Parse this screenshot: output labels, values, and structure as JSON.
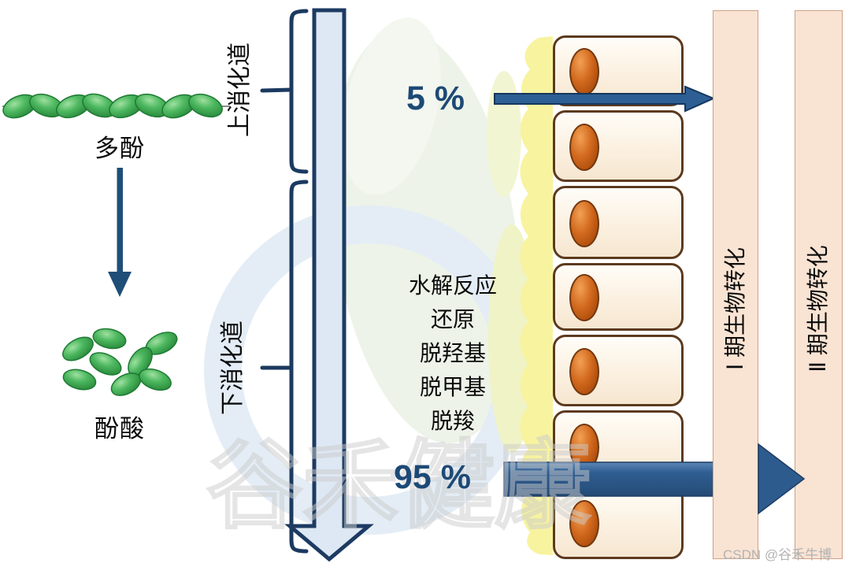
{
  "diagram_title_implicit": "Polyphenol metabolism in the digestive tract",
  "left": {
    "polyphenol_label": "多酚",
    "phenolic_acid_label": "酚酸"
  },
  "tract": {
    "upper_label": "上消化道",
    "lower_label": "下消化道"
  },
  "reactions": {
    "lines": [
      "水解反应",
      "还原",
      "脱羟基",
      "脱甲基",
      "脱羧"
    ]
  },
  "flows": {
    "top_percent": "5 %",
    "bottom_percent": "95 %"
  },
  "cells": {
    "count": 7,
    "nucleus_icon": "orange-oval-nucleus"
  },
  "phases": {
    "phase1_label": "Ⅰ 期生物转化",
    "phase2_label": "Ⅱ 期生物转化"
  },
  "watermark": {
    "text": "谷禾健康",
    "credit": "CSDN @谷禾牛博"
  },
  "colors": {
    "flow_arrow_fill": "#2d5b8e",
    "flow_arrow_outline": "#1d3c63",
    "big_arrow_fill": "#dde8f4",
    "big_arrow_outline": "#1d3b62",
    "bracket": "#1c3a60",
    "percent_text": "#1d4976",
    "cell_border": "#5c3a1e",
    "cell_fill": "#fbf0e2",
    "nucleus_orange": "#d2691e",
    "mucus_yellow": "#f8f39f",
    "bar_fill": "#f9e3d3",
    "bar_border": "#cfa184",
    "molecule_green": "#3fa34d",
    "watermark_gray": "#cccccc"
  }
}
